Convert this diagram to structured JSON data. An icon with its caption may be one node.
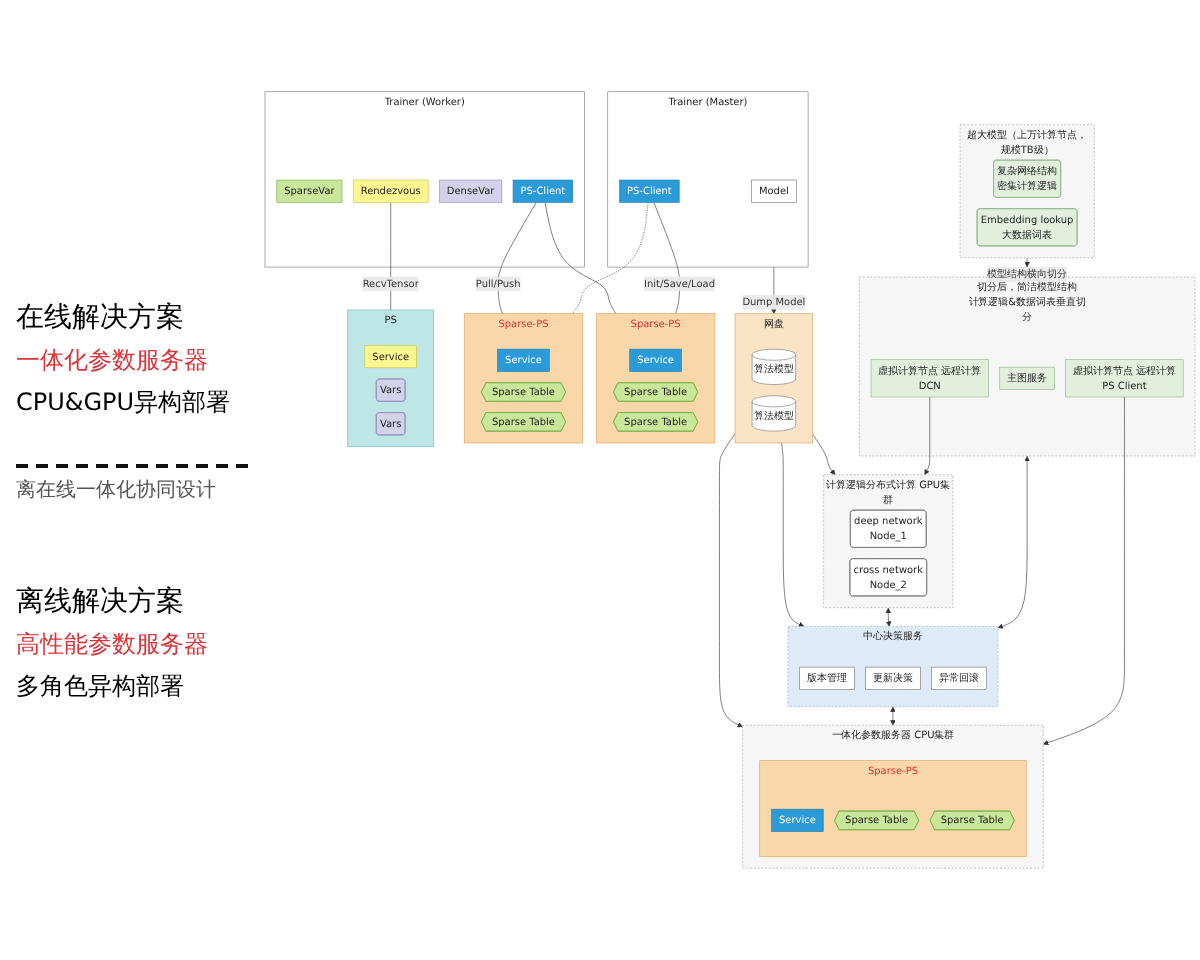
{
  "diagram": {
    "nodes": [
      {
        "text": [
          "超大模型（上万计算节点，规模TB级）"
        ]
      },
      {
        "text": [
          "复杂网络结构",
          "密集计算逻辑"
        ],
        "in": 0
      },
      {
        "text": [
          "Embedding lookup",
          "大数据词表"
        ],
        "in": 0
      },
      {
        "text": [
          "切分后，简洁模型结构",
          "计算逻辑&数据词表垂直切分"
        ]
      },
      {
        "text": [
          "主图服务"
        ],
        "in": 3
      },
      {
        "text": [
          "虚拟计算节点 远程计算",
          "DCN"
        ],
        "in": 3
      },
      {
        "text": [
          "虚拟计算节点 远程计算",
          "PS Client"
        ],
        "in": 3
      },
      {
        "text": [
          "计算逻辑分布式计算 GPU集群"
        ]
      },
      {
        "text": [
          "deep network",
          "Node_1"
        ],
        "in": 7
      },
      {
        "text": [
          "cross network",
          "Node_2"
        ],
        "in": 7
      },
      {
        "text": [
          "中心决策服务"
        ]
      },
      {
        "text": [
          "版本管理"
        ],
        "in": 10
      },
      {
        "text": [
          "更新决策"
        ],
        "in": 10
      },
      {
        "text": [
          "异常回滚"
        ],
        "in": 10
      },
      {
        "text": [
          "一体化参数服务器 CPU集群"
        ]
      },
      {
        "text": [
          "Sparse-PS"
        ],
        "in": 14
      },
      {
        "text": [
          "Service"
        ],
        "in": 15
      },
      {
        "text": [
          "Sparse Table"
        ],
        "in": 15
      },
      {
        "text": [
          "Sparse Table"
        ],
        "in": 15
      },
      {
        "text": [
          "网盘"
        ]
      },
      {
        "text": [
          "算法模型"
        ],
        "in": 19
      },
      {
        "text": [
          "算法模型"
        ],
        "in": 19
      },
      {
        "text": [
          "Trainer (Master)"
        ]
      },
      {
        "text": [
          "Model"
        ],
        "in": 22
      },
      {
        "text": [
          "PS-Client"
        ],
        "in": 22
      },
      {
        "text": [
          "Trainer (Worker)"
        ]
      },
      {
        "text": [
          "SparseVar"
        ],
        "in": 25
      },
      {
        "text": [
          "PS-Client"
        ],
        "in": 25
      },
      {
        "text": [
          "DenseVar"
        ],
        "in": 25
      },
      {
        "text": [
          "Rendezvous"
        ],
        "in": 25
      },
      {
        "text": [
          "Sparse-PS"
        ]
      },
      {
        "text": [
          "Service"
        ],
        "in": 30
      },
      {
        "text": [
          "Sparse Table"
        ],
        "in": 30
      },
      {
        "text": [
          "Sparse Table"
        ],
        "in": 30
      },
      {
        "text": [
          "Sparse-PS"
        ]
      },
      {
        "text": [
          "Service"
        ],
        "in": 34
      },
      {
        "text": [
          "Sparse Table"
        ],
        "in": 34
      },
      {
        "text": [
          "Sparse Table"
        ],
        "in": 34
      },
      {
        "text": [
          "PS"
        ]
      },
      {
        "text": [
          "Service"
        ],
        "in": 38
      },
      {
        "text": [
          "Vars"
        ],
        "in": 38
      },
      {
        "text": [
          "Vars"
        ],
        "in": 38
      }
    ],
    "edges": [
      {
        "from": 0,
        "to": 3,
        "arrow": "to",
        "label": "模型结构横向切分"
      },
      {
        "from": 5,
        "to": 7,
        "arrow": "to"
      },
      {
        "from": 6,
        "to": 14,
        "arrow": "to"
      },
      {
        "from": 3,
        "to": 10,
        "arrow": "both"
      },
      {
        "from": 7,
        "to": 10,
        "arrow": "both"
      },
      {
        "from": 10,
        "to": 14,
        "arrow": "both"
      },
      {
        "from": 19,
        "to": 7,
        "arrow": "to"
      },
      {
        "from": 19,
        "to": 10,
        "arrow": "to"
      },
      {
        "from": 19,
        "to": 14,
        "arrow": "to"
      },
      {
        "from": 22,
        "to": 19,
        "arrow": "to",
        "label": "Dump Model"
      },
      {
        "from": 24,
        "to": 30,
        "arrow": "none",
        "label": "Init/Save/Load"
      },
      {
        "from": 24,
        "to": 34,
        "arrow": "none",
        "style": "dashed"
      },
      {
        "from": 27,
        "to": 30,
        "arrow": "none"
      },
      {
        "from": 27,
        "to": 34,
        "arrow": "none",
        "label": "Pull/Push"
      },
      {
        "from": 29,
        "to": 38,
        "arrow": "none",
        "label": "RecvTensor"
      }
    ],
    "labels": [
      "在线解决方案",
      "一体化参数服务器",
      "CPU&GPU异构部署",
      "离在线一体化协同设计",
      "离线解决方案",
      "高性能参数服务器",
      "多角色异构部署"
    ]
  }
}
